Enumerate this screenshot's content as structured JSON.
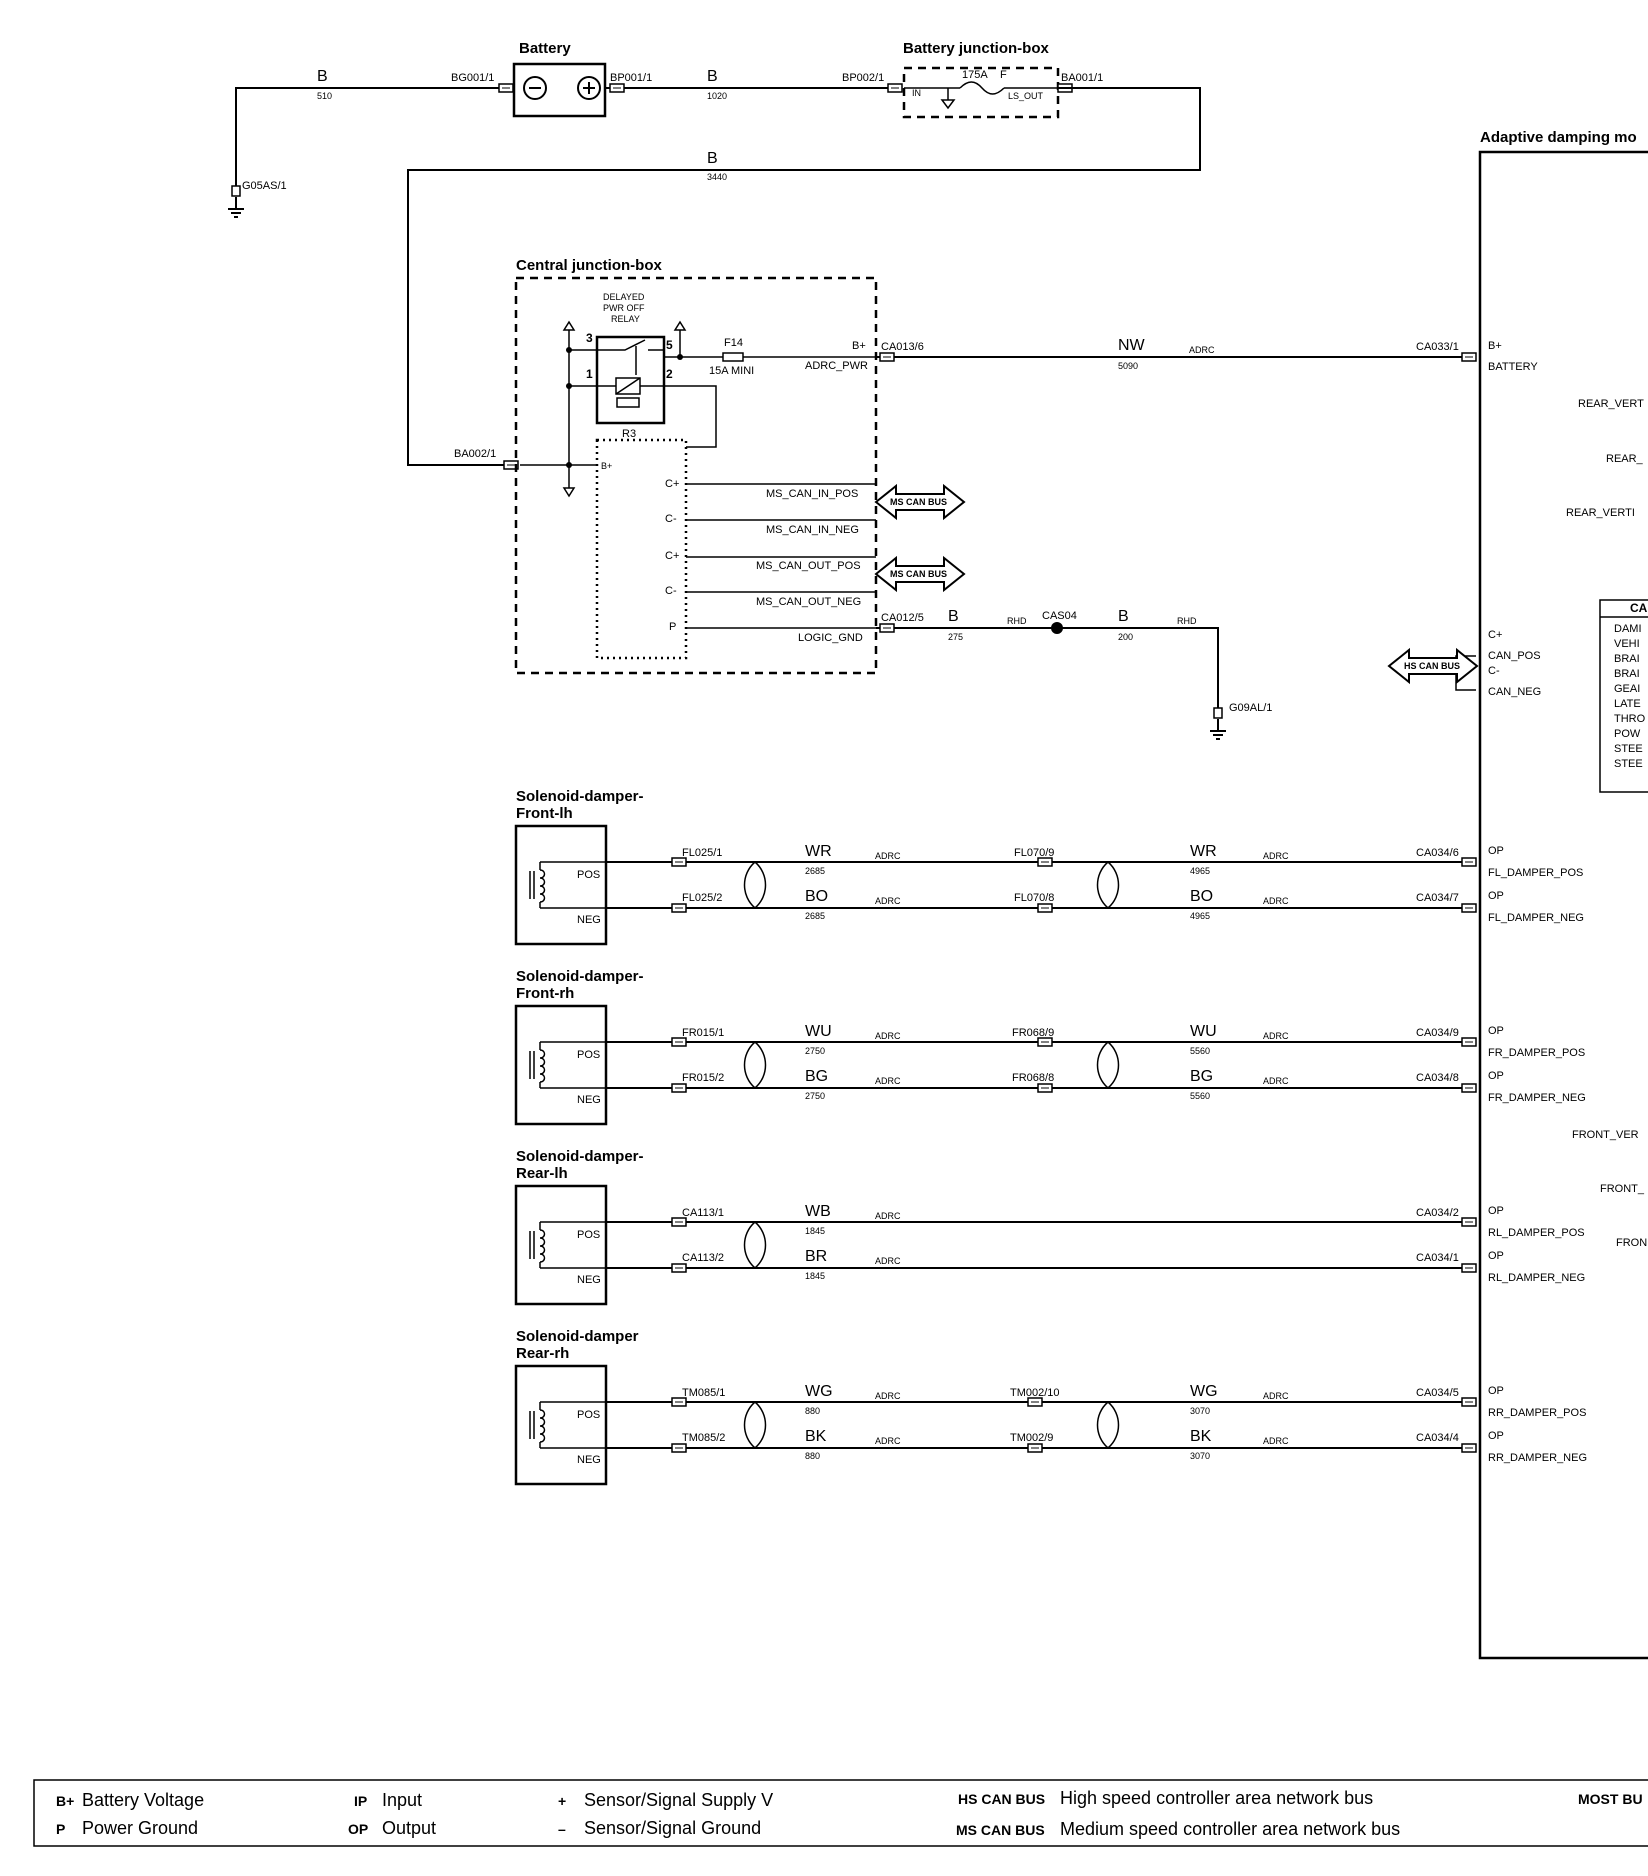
{
  "components": {
    "battery": "Battery",
    "battery_jbox": "Battery junction-box",
    "central_jbox": "Central junction-box",
    "adaptive_module": "Adaptive damping mo",
    "relay_l1": "DELAYED",
    "relay_l2": "PWR OFF",
    "relay_l3": "RELAY",
    "relay_ref": "R3",
    "fuse_main_rating": "175A",
    "fuse_main_type": "F",
    "fuse_main_in": "IN",
    "fuse_main_out": "LS_OUT",
    "fuse_f14": "F14",
    "fuse_f14_rating": "15A MINI",
    "damper_fl_1": "Solenoid-damper-",
    "damper_fl_2": "Front-lh",
    "damper_fr_1": "Solenoid-damper-",
    "damper_fr_2": "Front-rh",
    "damper_rl_1": "Solenoid-damper-",
    "damper_rl_2": "Rear-lh",
    "damper_rr_1": "Solenoid-damper",
    "damper_rr_2": "Rear-rh",
    "pos": "POS",
    "neg": "NEG"
  },
  "connectors": {
    "bg001": "BG001/1",
    "bp001": "BP001/1",
    "bp002": "BP002/1",
    "ba001": "BA001/1",
    "g05as": "G05AS/1",
    "ba002": "BA002/1",
    "ca013": "CA013/6",
    "ca033": "CA033/1",
    "ca012": "CA012/5",
    "cas04": "CAS04",
    "g09al": "G09AL/1",
    "fl025_1": "FL025/1",
    "fl025_2": "FL025/2",
    "fl070_9": "FL070/9",
    "fl070_8": "FL070/8",
    "ca034_6": "CA034/6",
    "ca034_7": "CA034/7",
    "fr015_1": "FR015/1",
    "fr015_2": "FR015/2",
    "fr068_9": "FR068/9",
    "fr068_8": "FR068/8",
    "ca034_9": "CA034/9",
    "ca034_8": "CA034/8",
    "ca113_1": "CA113/1",
    "ca113_2": "CA113/2",
    "ca034_2": "CA034/2",
    "ca034_1": "CA034/1",
    "tm085_1": "TM085/1",
    "tm085_2": "TM085/2",
    "tm002_10": "TM002/10",
    "tm002_9": "TM002/9",
    "ca034_5": "CA034/5",
    "ca034_4": "CA034/4"
  },
  "wires": {
    "b_510": {
      "color": "B",
      "num": "510"
    },
    "b_1020": {
      "color": "B",
      "num": "1020"
    },
    "b_3440": {
      "color": "B",
      "num": "3440"
    },
    "nw_5090": {
      "color": "NW",
      "num": "5090",
      "tag": "ADRC"
    },
    "b_275": {
      "color": "B",
      "num": "275",
      "tag": "RHD"
    },
    "b_200": {
      "color": "B",
      "num": "200",
      "tag": "RHD"
    },
    "wr_2685": {
      "color": "WR",
      "num": "2685",
      "tag": "ADRC"
    },
    "bo_2685": {
      "color": "BO",
      "num": "2685",
      "tag": "ADRC"
    },
    "wr_4965": {
      "color": "WR",
      "num": "4965",
      "tag": "ADRC"
    },
    "bo_4965": {
      "color": "BO",
      "num": "4965",
      "tag": "ADRC"
    },
    "wu_2750": {
      "color": "WU",
      "num": "2750",
      "tag": "ADRC"
    },
    "bg_2750": {
      "color": "BG",
      "num": "2750",
      "tag": "ADRC"
    },
    "wu_5560": {
      "color": "WU",
      "num": "5560",
      "tag": "ADRC"
    },
    "bg_5560": {
      "color": "BG",
      "num": "5560",
      "tag": "ADRC"
    },
    "wb_1845": {
      "color": "WB",
      "num": "1845",
      "tag": "ADRC"
    },
    "br_1845": {
      "color": "BR",
      "num": "1845",
      "tag": "ADRC"
    },
    "wg_880": {
      "color": "WG",
      "num": "880",
      "tag": "ADRC"
    },
    "bk_880": {
      "color": "BK",
      "num": "880",
      "tag": "ADRC"
    },
    "wg_3070": {
      "color": "WG",
      "num": "3070",
      "tag": "ADRC"
    },
    "bk_3070": {
      "color": "BK",
      "num": "3070",
      "tag": "ADRC"
    }
  },
  "cjb_pins": {
    "bplus": "B+",
    "adrc_pwr": "ADRC_PWR",
    "bplus_in": "B+",
    "cp1": "C+",
    "cm1": "C-",
    "cp2": "C+",
    "cm2": "C-",
    "p": "P",
    "ms_can_in_pos": "MS_CAN_IN_POS",
    "ms_can_in_neg": "MS_CAN_IN_NEG",
    "ms_can_out_pos": "MS_CAN_OUT_POS",
    "ms_can_out_neg": "MS_CAN_OUT_NEG",
    "logic_gnd": "LOGIC_GND",
    "r_pin3": "3",
    "r_pin5": "5",
    "r_pin1": "1",
    "r_pin2": "2"
  },
  "bus_tags": {
    "ms1": "MS CAN BUS",
    "ms2": "MS CAN BUS",
    "hs": "HS CAN BUS"
  },
  "module_pins": {
    "bplus": "B+",
    "battery": "BATTERY",
    "cplus": "C+",
    "can_pos": "CAN_POS",
    "cminus": "C-",
    "can_neg": "CAN_NEG",
    "op": "OP",
    "fl_pos": "FL_DAMPER_POS",
    "fl_neg": "FL_DAMPER_NEG",
    "fr_pos": "FR_DAMPER_POS",
    "fr_neg": "FR_DAMPER_NEG",
    "rl_pos": "RL_DAMPER_POS",
    "rl_neg": "RL_DAMPER_NEG",
    "rr_pos": "RR_DAMPER_POS",
    "rr_neg": "RR_DAMPER_NEG",
    "rear_vert_1": "REAR_VERT",
    "rear_2": "REAR_",
    "rear_vert_3": "REAR_VERTI",
    "front_vert_1": "FRONT_VER",
    "front_2": "FRONT_",
    "front_3": "FRON"
  },
  "can_table": {
    "header": "CA",
    "rows": [
      "DAMI",
      "VEHI",
      "BRAI",
      "BRAI",
      "GEAI",
      "LATE",
      "THRO",
      "POW",
      "STEE",
      "STEE"
    ]
  },
  "legend": {
    "bplus_sym": "B+",
    "bplus_text": "Battery Voltage",
    "p_sym": "P",
    "p_text": "Power Ground",
    "ip_sym": "IP",
    "ip_text": "Input",
    "op_sym": "OP",
    "op_text": "Output",
    "plus_sym": "+",
    "plus_text": "Sensor/Signal Supply V",
    "minus_sym": "–",
    "minus_text": "Sensor/Signal Ground",
    "hs_sym": "HS CAN BUS",
    "hs_text": "High speed controller area network bus",
    "ms_sym": "MS CAN BUS",
    "ms_text": "Medium speed controller area network bus",
    "most_sym": "MOST BU"
  }
}
